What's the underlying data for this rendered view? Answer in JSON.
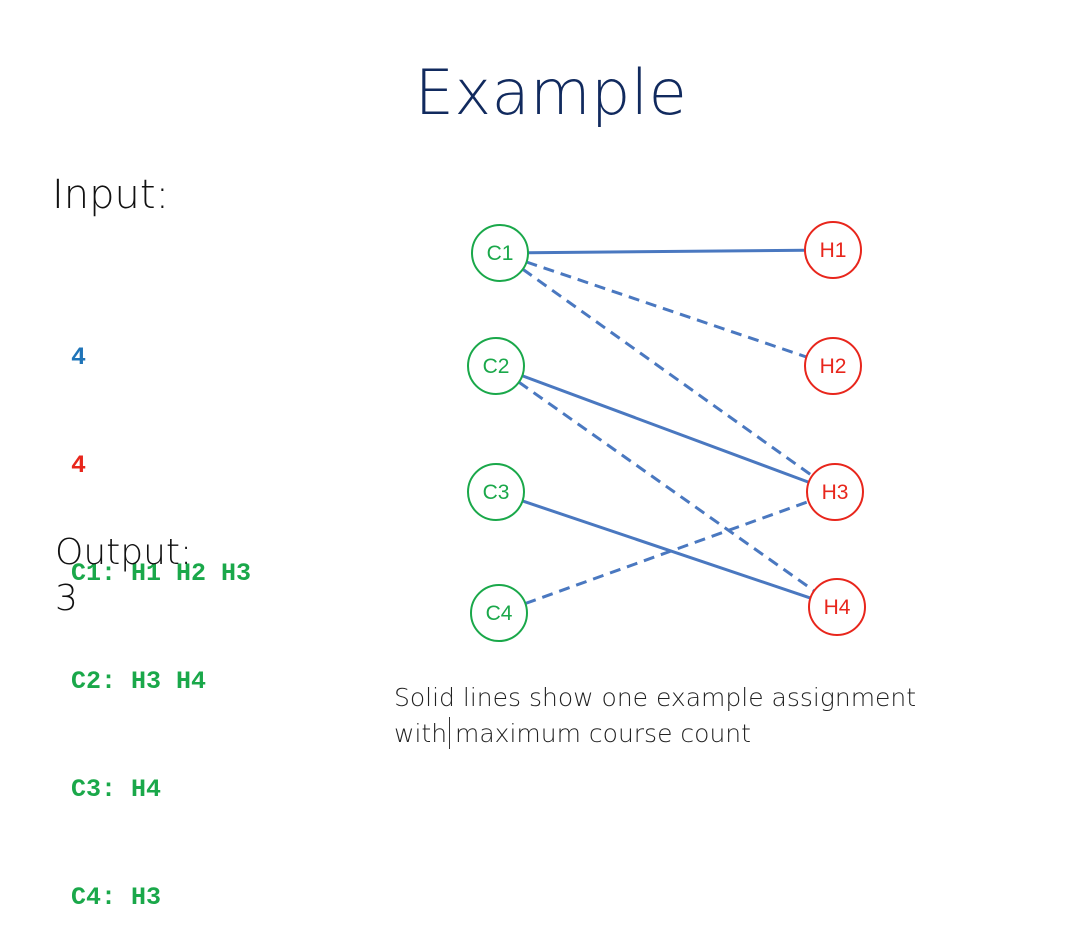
{
  "title": "Example",
  "input_label": "Input:",
  "input_lines": [
    {
      "text": "4",
      "color": "#1f74b8"
    },
    {
      "text": "4",
      "color": "#e8261c"
    },
    {
      "text": "C1: H1 H2 H3",
      "color": "#1aa84a"
    },
    {
      "text": "C2: H3 H4",
      "color": "#1aa84a"
    },
    {
      "text": "C3: H4",
      "color": "#1aa84a"
    },
    {
      "text": "C4: H3",
      "color": "#1aa84a"
    }
  ],
  "output_label": "Output:",
  "output_value": "3",
  "graph": {
    "course_color": "#1aa84a",
    "hall_color": "#e8261c",
    "edge_color": "#4a78c0",
    "courses": [
      "C1",
      "C2",
      "C3",
      "C4"
    ],
    "halls": [
      "H1",
      "H2",
      "H3",
      "H4"
    ],
    "edges": [
      {
        "from": "C1",
        "to": "H1",
        "style": "solid"
      },
      {
        "from": "C1",
        "to": "H2",
        "style": "dashed"
      },
      {
        "from": "C1",
        "to": "H3",
        "style": "dashed"
      },
      {
        "from": "C2",
        "to": "H3",
        "style": "solid"
      },
      {
        "from": "C2",
        "to": "H4",
        "style": "dashed"
      },
      {
        "from": "C3",
        "to": "H4",
        "style": "solid"
      },
      {
        "from": "C4",
        "to": "H3",
        "style": "dashed"
      }
    ]
  },
  "caption": {
    "line1": "Solid lines show one example assignment",
    "line2": "with maximum course count"
  }
}
